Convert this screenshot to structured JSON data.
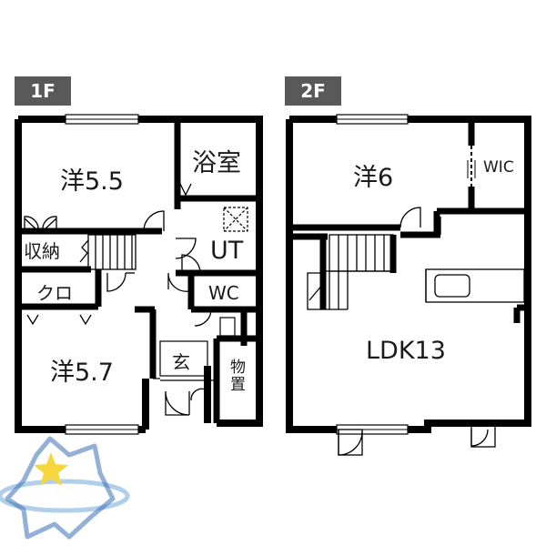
{
  "floors": {
    "first": {
      "tag": "1F",
      "rooms": {
        "western_a": "洋5.5",
        "bath": "浴室",
        "storage": "収納",
        "utility": "UT",
        "closet": "クロ",
        "toilet": "WC",
        "western_b": "洋5.7",
        "entrance": "玄",
        "storeroom": "物置"
      }
    },
    "second": {
      "tag": "2F",
      "rooms": {
        "western": "洋6",
        "walk_in_closet": "WIC",
        "ldk": "LDK13"
      }
    }
  },
  "colors": {
    "wall": "#000000",
    "tag_background": "#595959",
    "logo_blue": "#3a6fb6",
    "logo_star": "#f5d63f"
  }
}
